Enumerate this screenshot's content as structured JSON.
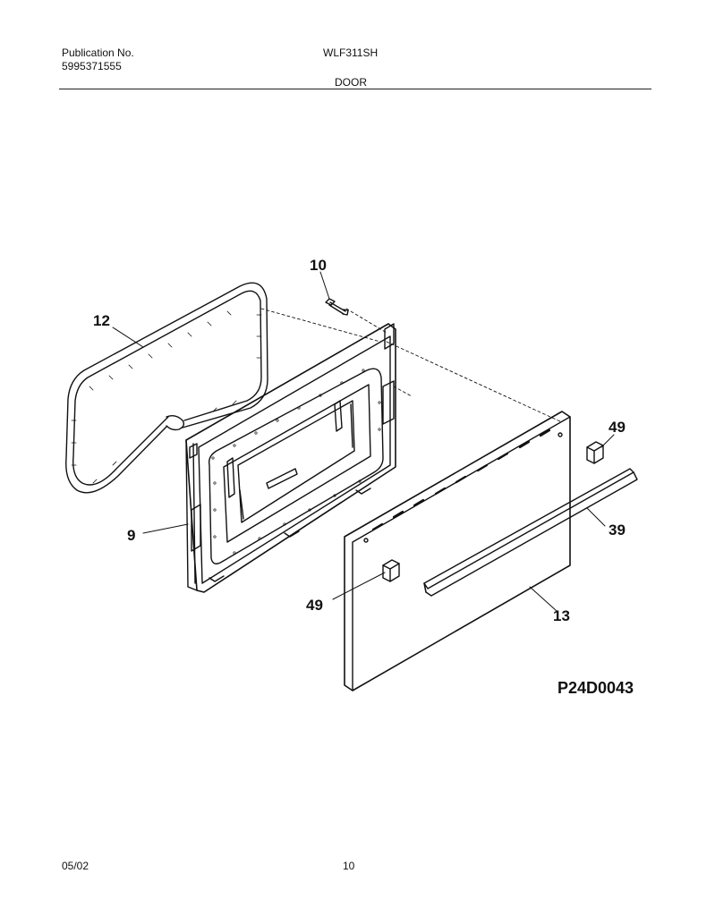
{
  "header": {
    "publication_label": "Publication No.",
    "publication_number": "5995371555",
    "model": "WLF311SH",
    "section": "DOOR"
  },
  "callouts": {
    "c10": "10",
    "c12": "12",
    "c9": "9",
    "c49_top": "49",
    "c39": "39",
    "c49_bottom": "49",
    "c13": "13"
  },
  "figure_code": "P24D0043",
  "footer": {
    "date": "05/02",
    "page": "10"
  }
}
